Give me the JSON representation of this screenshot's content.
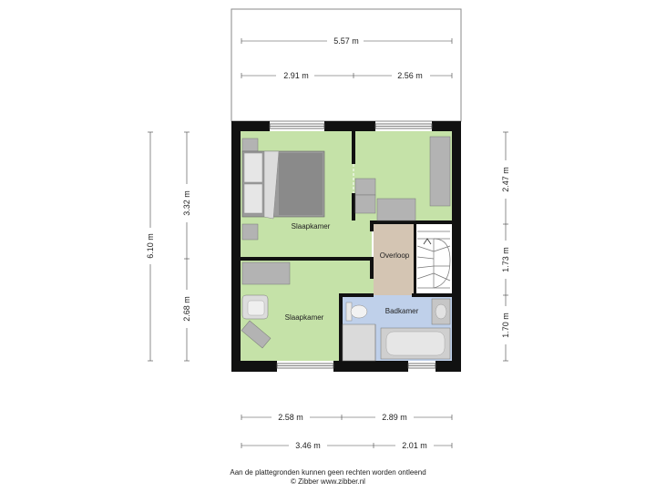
{
  "rooms": {
    "bedroom_1": "Slaapkamer",
    "bedroom_2": "Slaapkamer",
    "landing": "Overloop",
    "bathroom": "Badkamer"
  },
  "dimensions": {
    "top_total": "5.57 m",
    "top_left": "2.91 m",
    "top_right": "2.56 m",
    "left_total": "6.10 m",
    "left_upper": "3.32 m",
    "left_lower": "2.68 m",
    "right_upper": "2.47 m",
    "right_middle": "1.73 m",
    "right_lower": "1.70 m",
    "bottom_row1_left": "2.58 m",
    "bottom_row1_right": "2.89 m",
    "bottom_row2_left": "3.46 m",
    "bottom_row2_right": "2.01 m"
  },
  "footer": {
    "disclaimer": "Aan de plattegronden kunnen geen rechten worden ontleend",
    "credit": "© Zibber www.zibber.nl"
  },
  "colors": {
    "wall": "#111111",
    "bedroom": "#c5e2a8",
    "landing": "#d4c5b3",
    "bathroom": "#bfd0ea",
    "furniture": "#b3b3b3"
  }
}
